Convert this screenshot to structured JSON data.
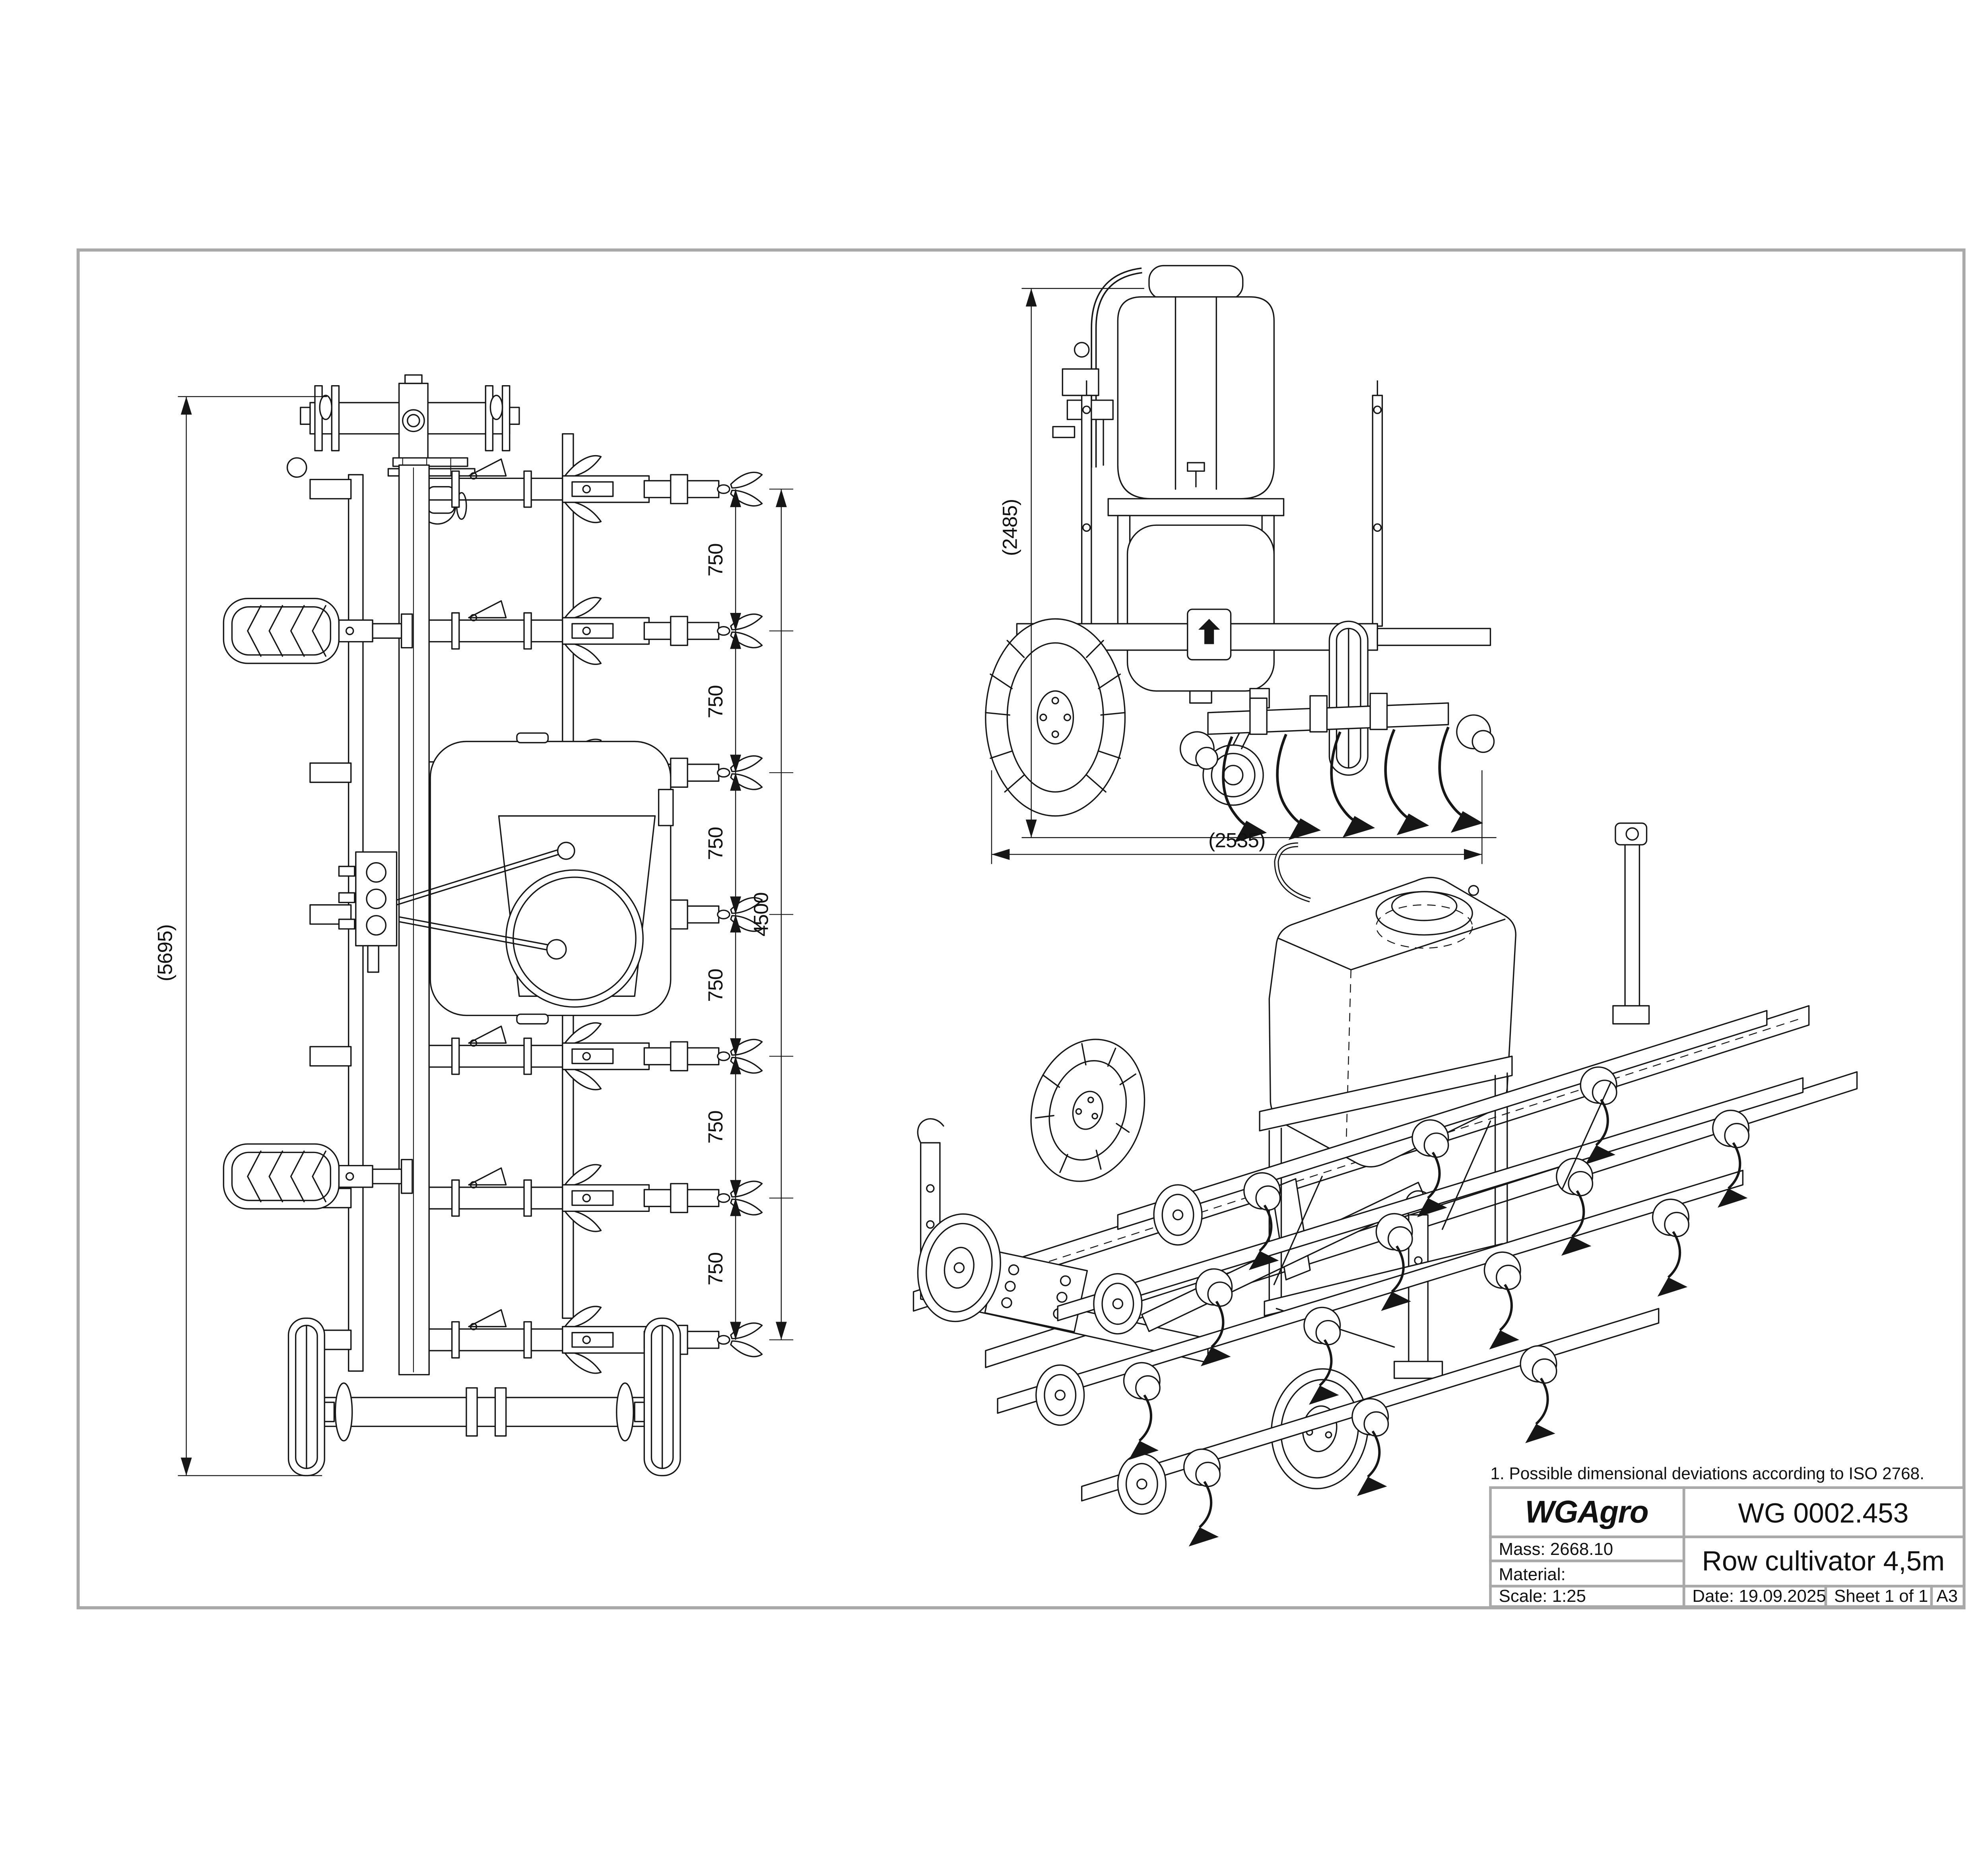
{
  "sheet": {
    "paper_size": "A3",
    "background": "#ffffff",
    "frame_color": "#a9a9a9",
    "ink_color": "#161616"
  },
  "dimensions": {
    "overall_length": "(5695)",
    "row_spacings": [
      "750",
      "750",
      "750",
      "750",
      "750",
      "750"
    ],
    "working_span": "4500",
    "overall_height": "(2485)",
    "transport_width": "(2535)"
  },
  "note": "1. Possible dimensional deviations according to ISO 2768.",
  "title_block": {
    "company": "WGAgro",
    "drawing_number": "WG 0002.453",
    "mass_label": "Mass: 2668.10",
    "material_label": "Material:",
    "title": "Row cultivator 4,5m",
    "scale_label": "Scale: 1:25",
    "date_label": "Date: 19.09.2025",
    "sheet_label": "Sheet 1 of 1",
    "paper_size": "A3"
  }
}
